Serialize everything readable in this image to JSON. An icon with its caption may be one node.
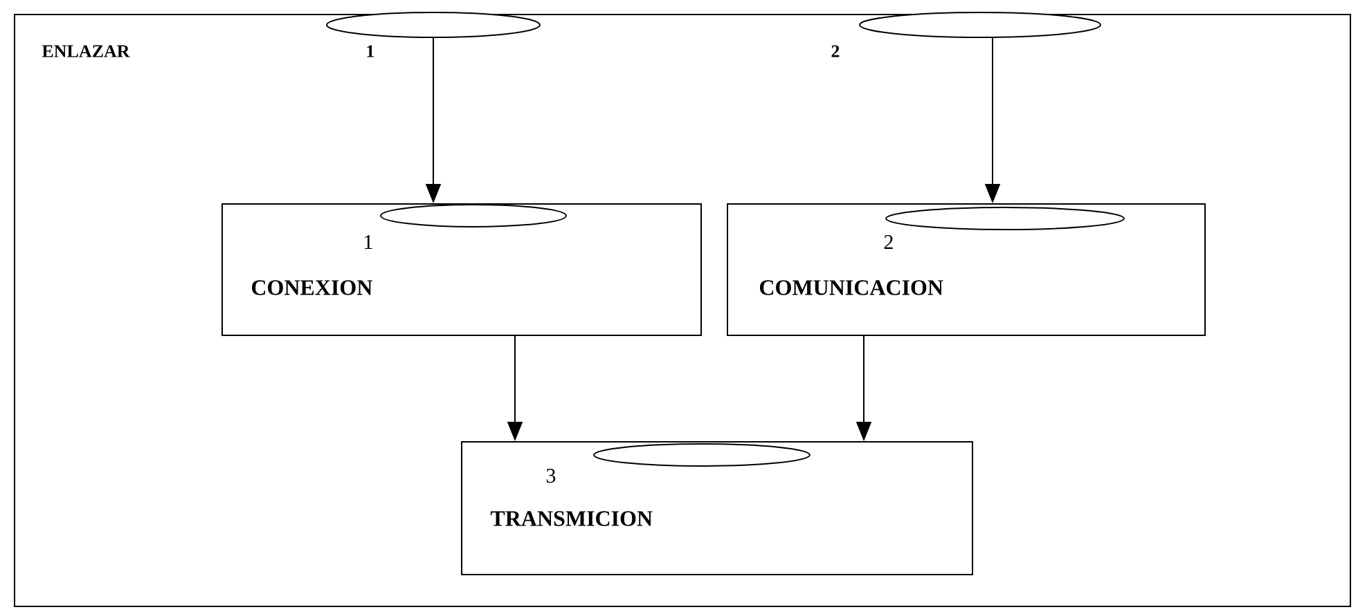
{
  "diagram": {
    "nodes": [
      {
        "text": [
          "ENLAZAR"
        ]
      },
      {
        "text": [],
        "shape": "ellipse",
        "beside": [
          "1"
        ],
        "in": 0
      },
      {
        "text": [],
        "shape": "ellipse",
        "beside": [
          "2"
        ],
        "in": 0
      },
      {
        "text": [
          "1",
          "CONEXION"
        ],
        "in": 0
      },
      {
        "text": [],
        "shape": "ellipse",
        "in": 3
      },
      {
        "text": [
          "2",
          "COMUNICACION"
        ],
        "in": 0
      },
      {
        "text": [],
        "shape": "ellipse",
        "in": 5
      },
      {
        "text": [
          "3",
          "TRANSMICION"
        ],
        "in": 0
      },
      {
        "text": [],
        "shape": "ellipse",
        "in": 7
      }
    ],
    "edges": [
      {
        "from": 1,
        "to": 3,
        "arrow": "to"
      },
      {
        "from": 2,
        "to": 5,
        "arrow": "to"
      },
      {
        "from": 3,
        "to": 7,
        "arrow": "to"
      },
      {
        "from": 5,
        "to": 7,
        "arrow": "to"
      }
    ]
  }
}
